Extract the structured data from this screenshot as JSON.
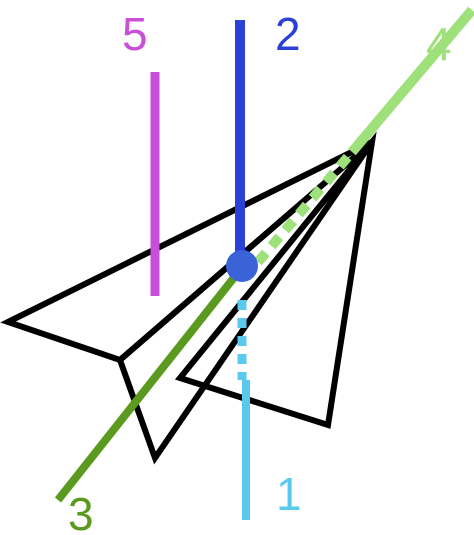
{
  "labels": {
    "line_1": "1",
    "line_2": "2",
    "line_3": "3",
    "line_4": "4",
    "line_5": "5"
  },
  "colors": {
    "outline": "#000000",
    "line_1": "#5bc8ee",
    "line_2": "#2a40d6",
    "line_3": "#5a9a1e",
    "line_4": "#9ee07a",
    "line_5": "#c94fd8",
    "pivot": "#3a63d8"
  }
}
